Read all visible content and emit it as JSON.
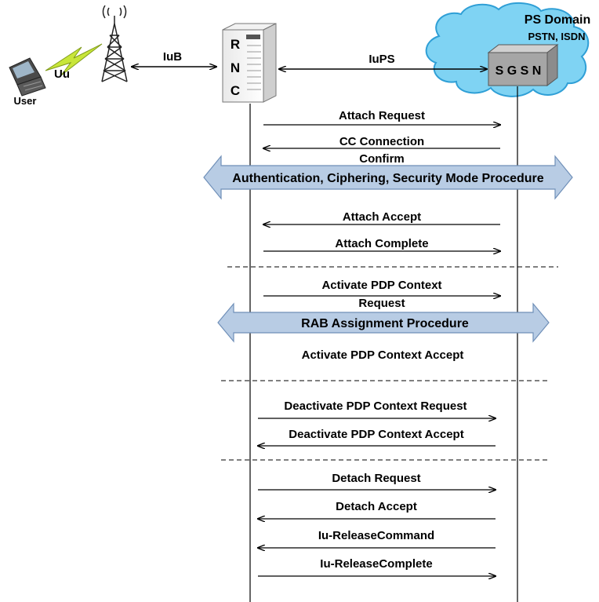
{
  "nodes": {
    "user": "User",
    "air_interface": "Uu",
    "iub": "IuB",
    "rnc_letters": [
      "R",
      "N",
      "C"
    ],
    "iups": "IuPS",
    "ps_domain": "PS Domain",
    "ps_subtitle": "PSTN, ISDN",
    "sgsn": "S G S N"
  },
  "messages": {
    "attach_request": "Attach Request",
    "cc_connection_line1": "CC Connection",
    "cc_connection_line2": "Confirm",
    "auth_procedure": "Authentication, Ciphering, Security Mode Procedure",
    "attach_accept": "Attach Accept",
    "attach_complete": "Attach Complete",
    "activate_pdp_line1": "Activate PDP Context",
    "activate_pdp_line2": "Request",
    "rab_procedure": "RAB Assignment  Procedure",
    "activate_pdp_accept": "Activate PDP Context Accept",
    "deactivate_pdp_request": "Deactivate PDP Context Request",
    "deactivate_pdp_accept": "Deactivate PDP Context Accept",
    "detach_request": "Detach Request",
    "detach_accept": "Detach Accept",
    "iu_release_command": "Iu-ReleaseCommand",
    "iu_release_complete": "Iu-ReleaseComplete"
  },
  "colors": {
    "procedure_fill": "#b8cce4",
    "procedure_stroke": "#6f8fb8",
    "cloud_fill": "#7fd3f3",
    "cloud_stroke": "#2f9fd6",
    "sgsn_fill": "#a6a6a6",
    "lightning": "#c8e63a"
  }
}
